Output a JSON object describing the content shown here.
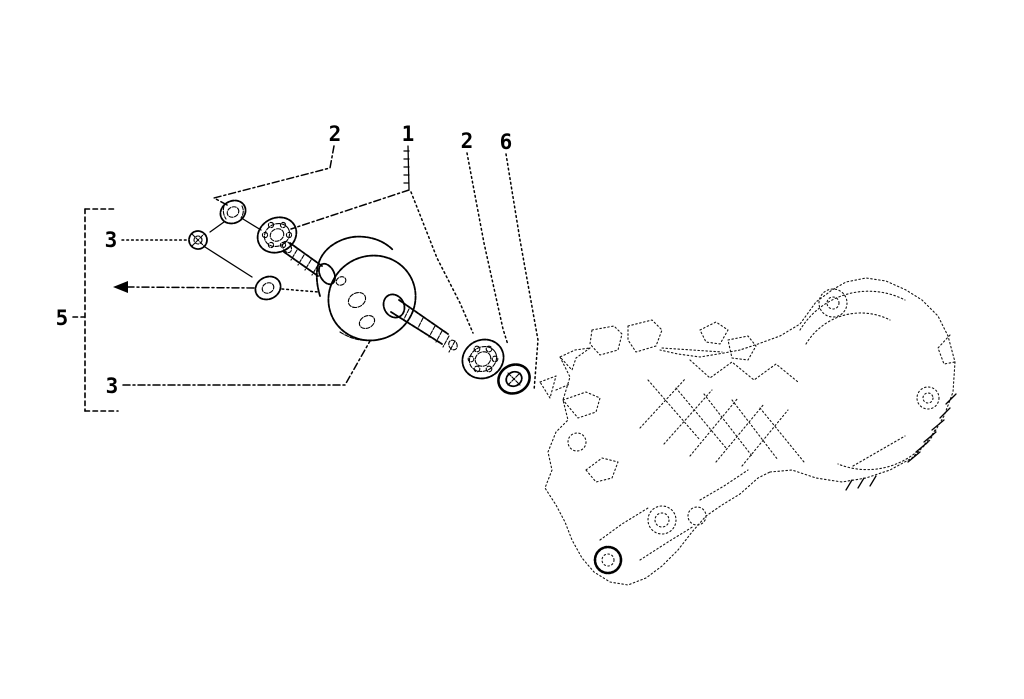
{
  "diagram": {
    "background_color": "#ffffff",
    "line_color": "#000000",
    "callouts": {
      "top": [
        {
          "id": "callout-2-left",
          "label": "2"
        },
        {
          "id": "callout-1",
          "label": "1"
        },
        {
          "id": "callout-2-right",
          "label": "2"
        },
        {
          "id": "callout-6",
          "label": "6"
        }
      ],
      "left": [
        {
          "id": "callout-3-top",
          "label": "3"
        },
        {
          "id": "callout-5-group",
          "label": "5"
        },
        {
          "id": "callout-3-bottom",
          "label": "3"
        }
      ]
    }
  }
}
